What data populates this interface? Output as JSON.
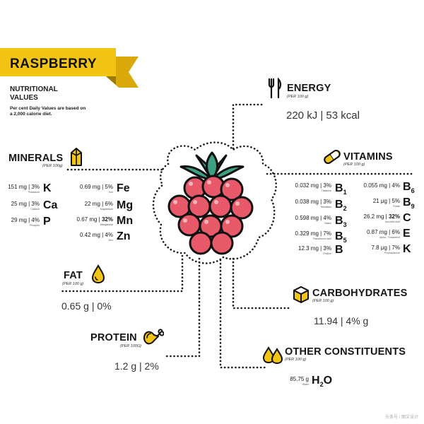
{
  "title": "RASPBERRY",
  "subtitle": "NUTRITIONAL VALUES",
  "note": "Per cent Daily Values are based on a 2,000 calorie diet.",
  "colors": {
    "accent": "#F2C414",
    "berry": "#E8596A",
    "leaf": "#3E9F83",
    "line": "#1a1a1a"
  },
  "energy": {
    "heading": "ENERGY",
    "per": "(PER 100 g)",
    "value": "220 kJ | 53 kcal",
    "icon": "fork-knife-icon"
  },
  "minerals": {
    "heading": "MINERALS",
    "per": "(PER 100g)",
    "icon": "mineral-crystal-icon",
    "left": [
      {
        "amount": "151 mg | 3%",
        "name": "Potassium",
        "symbol": "K"
      },
      {
        "amount": "25 mg | 3%",
        "name": "Calcium",
        "symbol": "Ca"
      },
      {
        "amount": "29 mg | 4%",
        "name": "Phospho",
        "symbol": "P"
      }
    ],
    "right": [
      {
        "amount": "0.69 mg | 5%",
        "name": "Iron",
        "symbol": "Fe"
      },
      {
        "amount": "22 mg | 6%",
        "name": "Magnesium",
        "symbol": "Mg"
      },
      {
        "amount_a": "0.67 mg | ",
        "amount_b": "32%",
        "name": "Manganese",
        "symbol": "Mn"
      },
      {
        "amount": "0.42 mg | 4%",
        "name": "Zinc",
        "symbol": "Zn"
      }
    ]
  },
  "vitamins": {
    "heading": "VITAMINS",
    "per": "(PER 100 g)",
    "icon": "capsule-icon",
    "left": [
      {
        "amount": "0.032 mg | 3%",
        "name": "Thiamine",
        "symbol": "B",
        "sub": "1"
      },
      {
        "amount": "0.038 mg | 3%",
        "name": "Riboflavin",
        "symbol": "B",
        "sub": "2"
      },
      {
        "amount": "0.598 mg | 4%",
        "name": "Niacin",
        "symbol": "B",
        "sub": "3"
      },
      {
        "amount": "0.329 mg | 7%",
        "name": "Pantothenic acid",
        "symbol": "B",
        "sub": "5"
      },
      {
        "amount": "12.3 mg | 3%",
        "name": "Choline",
        "symbol": "B",
        "sub": ""
      }
    ],
    "right": [
      {
        "amount": "0.055 mg | 4%",
        "name": "",
        "symbol": "B",
        "sub": "6"
      },
      {
        "amount": "21 μg | 5%",
        "name": "Folate",
        "symbol": "B",
        "sub": "9"
      },
      {
        "amount_a": "26.2 mg | ",
        "amount_b": "32%",
        "name": "Ascorbic Acid",
        "symbol": "C",
        "sub": ""
      },
      {
        "amount": "0.87 mg | 6%",
        "name": "Alpha - Tocopherol",
        "symbol": "E",
        "sub": ""
      },
      {
        "amount": "7.8 μg | 7%",
        "name": "Phylloquinone",
        "symbol": "K",
        "sub": ""
      }
    ]
  },
  "fat": {
    "heading": "FAT",
    "per": "(PER 100 g)",
    "value": "0.65 g | 0%",
    "icon": "drop-icon"
  },
  "carbohydrates": {
    "heading": "CARBOHYDRATES",
    "per": "(PER 100 g)",
    "value": "11.94 | 4% g",
    "icon": "sugar-cube-icon"
  },
  "protein": {
    "heading": "PROTEIN",
    "per": "(PER 100G)",
    "value": "1.2 g | 2%",
    "icon": "drumstick-icon"
  },
  "other": {
    "heading": "OTHER CONSTITUENTS",
    "per": "(PER 100 g)",
    "icon": "drops-icon",
    "water": {
      "amount": "85.75 g",
      "name": "Water",
      "symbol": "H",
      "sub": "2",
      "tail": "O"
    }
  },
  "watermark": "头条号 / 图文设计"
}
